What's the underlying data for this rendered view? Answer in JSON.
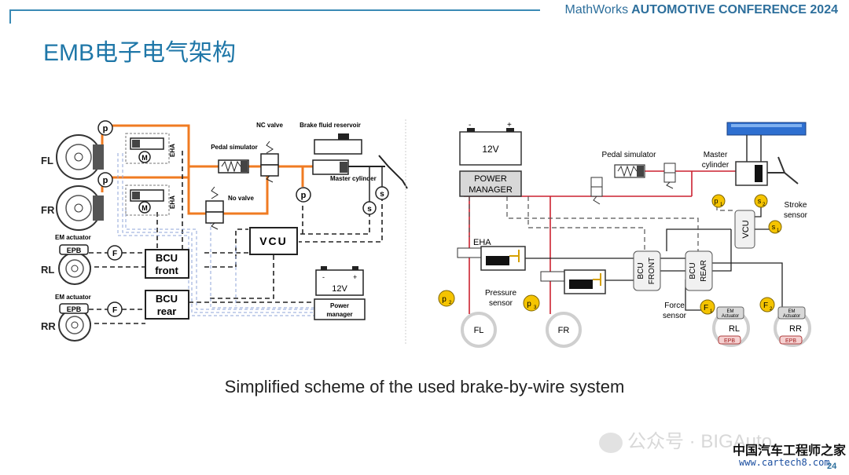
{
  "header": {
    "brand": "MathWorks",
    "conference": "AUTOMOTIVE CONFERENCE 2024"
  },
  "slide_title": "EMB电子电气架构",
  "caption": "Simplified scheme of the used brake-by-wire system",
  "page_number": "24",
  "watermark": {
    "text": "公众号 · BIGAuto",
    "site_name": "中国汽车工程师之家",
    "url": "www.cartech8.com"
  },
  "left_diagram": {
    "wheels": [
      "FL",
      "FR",
      "RL",
      "RR"
    ],
    "pressure_label": "p",
    "motor_label": "M",
    "eha_label": "EHA",
    "pedal_simulator": "Pedal simulator",
    "nc_valve": "NC valve",
    "no_valve": "No valve",
    "brake_fluid_reservoir": "Brake fluid reservoir",
    "master_cylinder": "Master cylinder",
    "sensor_label": "s",
    "vcu": "VCU",
    "em_actuator": "EM actuator",
    "epb": "EPB",
    "force_label": "F",
    "bcu_front": [
      "BCU",
      "front"
    ],
    "bcu_rear": [
      "BCU",
      "rear"
    ],
    "battery": "12V",
    "battery_minus": "-",
    "battery_plus": "+",
    "power_manager": [
      "Power",
      "manager"
    ]
  },
  "right_diagram": {
    "battery": "12V",
    "battery_minus": "-",
    "battery_plus": "+",
    "power_manager": [
      "POWER",
      "MANAGER"
    ],
    "pedal_simulator": "Pedal simulator",
    "master_cylinder": [
      "Master",
      "cylinder"
    ],
    "eha": "EHA",
    "bcu_front": [
      "BCU",
      "FRONT"
    ],
    "bcu_rear": [
      "BCU",
      "REAR"
    ],
    "vcu": "VCU",
    "stroke_sensor": [
      "Stroke",
      "sensor"
    ],
    "pressure_sensor": [
      "Pressure",
      "sensor"
    ],
    "force_sensor": [
      "Force",
      "sensor"
    ],
    "em_actuator": [
      "EM",
      "Actuator"
    ],
    "epb": "EPB",
    "wheels": [
      "FL",
      "FR",
      "RL",
      "RR"
    ],
    "sensors": {
      "p1": "p",
      "p2": "p",
      "p3": "p",
      "s1": "s",
      "s2": "s",
      "f1": "F",
      "f2": "F"
    },
    "subscripts": {
      "p1": "1",
      "p2": "2",
      "p3": "3",
      "s1": "1",
      "s2": "2",
      "f1": "1",
      "f2": "2"
    }
  },
  "colors": {
    "hydraulic_left": "#f07b22",
    "hydraulic_right": "#cc2230",
    "accent": "#1f77a8",
    "sensor_yellow": "#f5c400",
    "reservoir_blue": "#2e6fd0",
    "signal_blue": "#8fa4d8"
  }
}
